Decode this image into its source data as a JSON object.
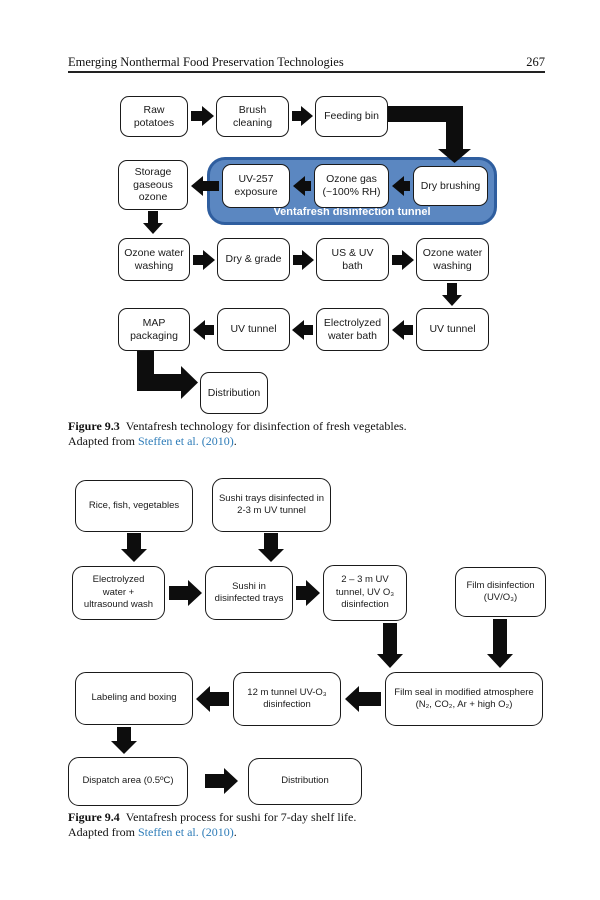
{
  "header": {
    "title": "Emerging Nonthermal Food Preservation Technologies",
    "page_number": "267"
  },
  "colors": {
    "tunnel_fill": "#5b87c1",
    "tunnel_border": "#2f5e9f",
    "link_blue": "#2e7cb8",
    "arrow_black": "#0d0d0d"
  },
  "figure1": {
    "boxes": {
      "raw_potatoes": "Raw\npotatoes",
      "brush_cleaning": "Brush\ncleaning",
      "feeding_bin": "Feeding bin",
      "storage_gaseous_ozone": "Storage\ngaseous\nozone",
      "uv257_exposure": "UV-257\nexposure",
      "ozone_gas": "Ozone gas\n(~100% RH)",
      "dry_brushing": "Dry brushing",
      "ozone_water_washing_1": "Ozone water\nwashing",
      "dry_and_grade": "Dry & grade",
      "us_uv_bath": "US & UV\nbath",
      "ozone_water_washing_2": "Ozone water\nwashing",
      "map_packaging": "MAP\npackaging",
      "uv_tunnel_left": "UV tunnel",
      "electrolyzed_water_bath": "Electrolyzed\nwater bath",
      "uv_tunnel_right": "UV tunnel",
      "distribution": "Distribution"
    },
    "tunnel_label": "Ventafresh disinfection tunnel",
    "caption": {
      "label": "Figure 9.3",
      "text": "Ventafresh technology for disinfection of fresh vegetables.",
      "credit_prefix": "Adapted from ",
      "credit_link": "Steffen et al. (2010)",
      "credit_suffix": "."
    }
  },
  "figure2": {
    "boxes": {
      "rice_fish_vegetables": "Rice, fish, vegetables",
      "sushi_trays_disinfected": "Sushi trays disinfected in\n2-3 m UV tunnel",
      "electrolyzed_ultrasound": "Electrolyzed\nwater +\nultrasound wash",
      "sushi_in_trays": "Sushi in\ndisinfected trays",
      "uv_tunnel_2_3m": "2 – 3 m UV\ntunnel, UV O₃\ndisinfection",
      "film_disinfection": "Film disinfection\n(UV/O₃)",
      "labeling_boxing": "Labeling and boxing",
      "tunnel_12m": "12 m tunnel UV-O₃\ndisinfection",
      "film_seal": "Film seal in modified atmosphere\n(N₂, CO₂, Ar + high O₂)",
      "dispatch_area": "Dispatch area (0.5ºC)",
      "distribution": "Distribution"
    },
    "caption": {
      "label": "Figure 9.4",
      "text": "Ventafresh process for sushi for 7-day shelf life.",
      "credit_prefix": "Adapted from ",
      "credit_link": "Steffen et al. (2010)",
      "credit_suffix": "."
    }
  }
}
